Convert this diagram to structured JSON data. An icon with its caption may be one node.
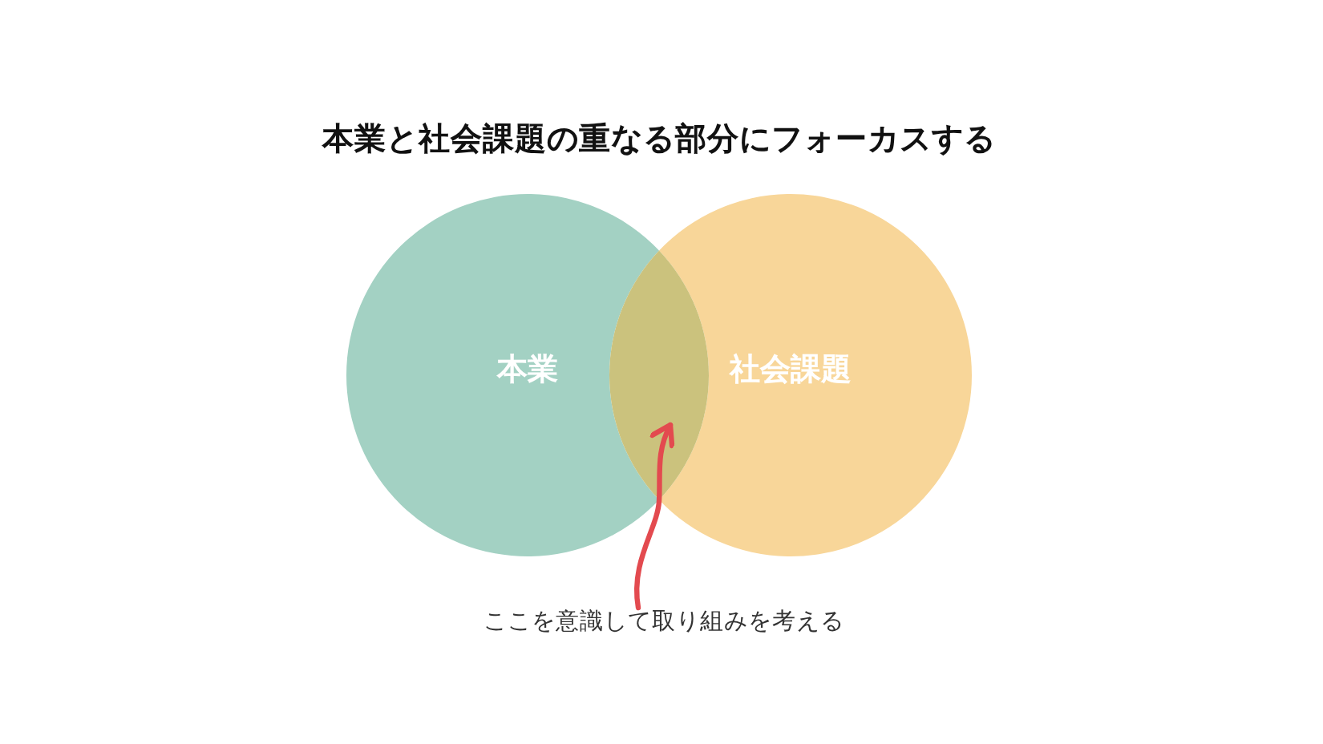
{
  "diagram": {
    "title": "本業と社会課題の重なる部分にフォーカスする",
    "nodes": [
      {
        "text": [
          "本業"
        ]
      },
      {
        "text": [
          "社会課題"
        ]
      },
      {
        "text": [],
        "shape": "lens"
      },
      {
        "text": [
          "ここを意識して取り組みを考える"
        ]
      }
    ],
    "edges": [
      {
        "from": 3,
        "to": 2,
        "arrow": "to",
        "color": "#e34a4f"
      }
    ]
  }
}
